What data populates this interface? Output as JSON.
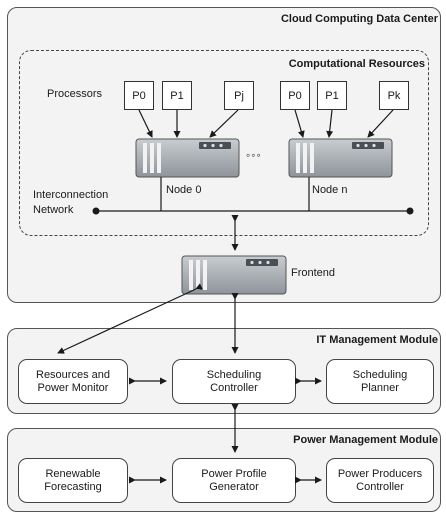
{
  "datacenter": {
    "title": "Cloud Computing Data Center"
  },
  "computational": {
    "title": "Computational Resources",
    "processors_label": "Processors",
    "node0_procs": [
      "P0",
      "P1",
      "Pj"
    ],
    "noden_procs": [
      "P0",
      "P1",
      "Pk"
    ],
    "ellipsis": "◦◦◦",
    "node0_label": "Node 0",
    "noden_label": "Node n",
    "network_label_1": "Interconnection",
    "network_label_2": "Network"
  },
  "frontend": {
    "label": "Frontend"
  },
  "it_module": {
    "title": "IT Management Module",
    "resources_monitor": [
      "Resources and",
      "Power Monitor"
    ],
    "scheduling_controller": [
      "Scheduling",
      "Controller"
    ],
    "scheduling_planner": [
      "Scheduling",
      "Planner"
    ]
  },
  "power_module": {
    "title": "Power Management Module",
    "renewable_forecasting": [
      "Renewable",
      "Forecasting"
    ],
    "power_profile_generator": [
      "Power Profile",
      "Generator"
    ],
    "power_producers_controller": [
      "Power Producers",
      "Controller"
    ]
  },
  "colors": {
    "panel_bg": "#f3f3f3",
    "border": "#444444",
    "server_body": "#a9aeb3"
  },
  "icons": [
    "server-icon",
    "arrow-icon"
  ]
}
